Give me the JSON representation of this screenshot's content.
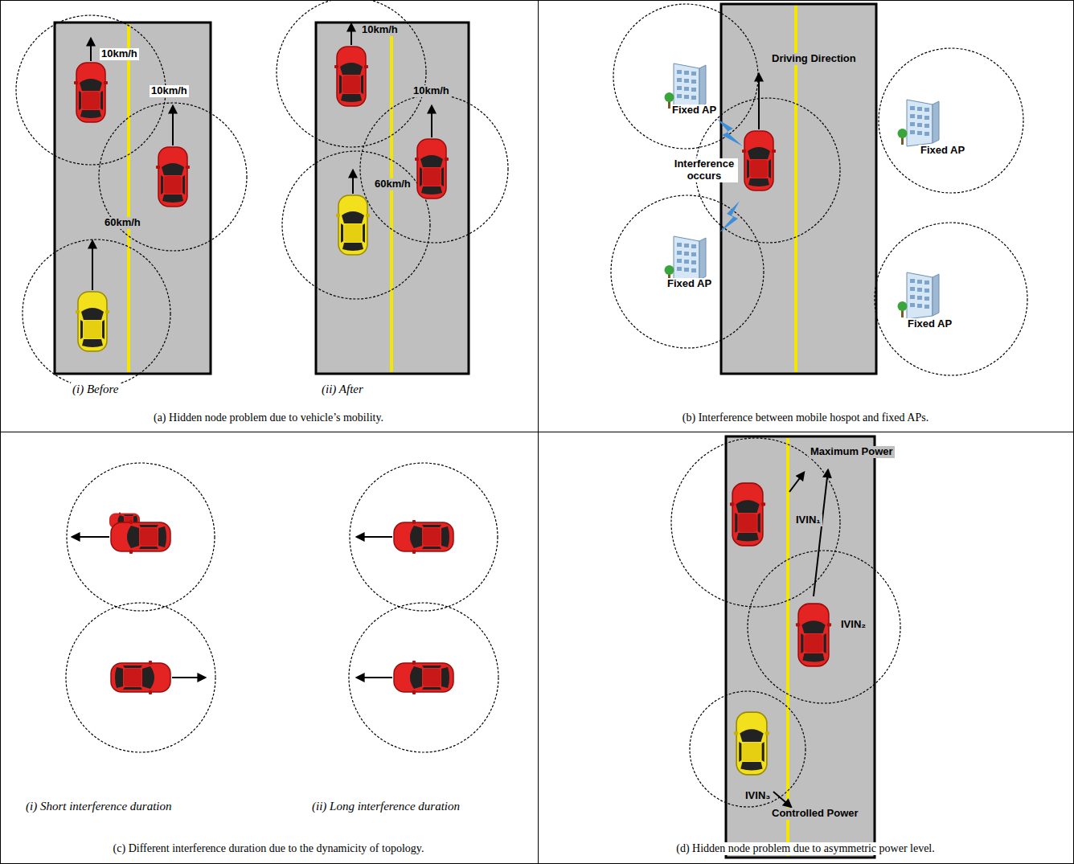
{
  "diagram": {
    "labels": [
      "10km/h",
      "10km/h",
      "60km/h",
      "10km/h",
      "10km/h",
      "60km/h",
      "(i) Before",
      "(ii) After",
      "(a) Hidden node problem due to vehicle’s mobility.",
      "Driving Direction",
      "Fixed AP",
      "Fixed AP",
      "Interference occurs",
      "Fixed AP",
      "Fixed AP",
      "(b) Interference between mobile hospot and fixed APs.",
      "(i) Short interference duration",
      "(ii) Long interference duration",
      "(c) Different interference duration due to the dynamicity of topology.",
      "Maximum Power",
      "IVIN₁",
      "IVIN₂",
      "IVIN₃",
      "Controlled Power",
      "(d) Hidden node problem due to asymmetric power level."
    ]
  }
}
